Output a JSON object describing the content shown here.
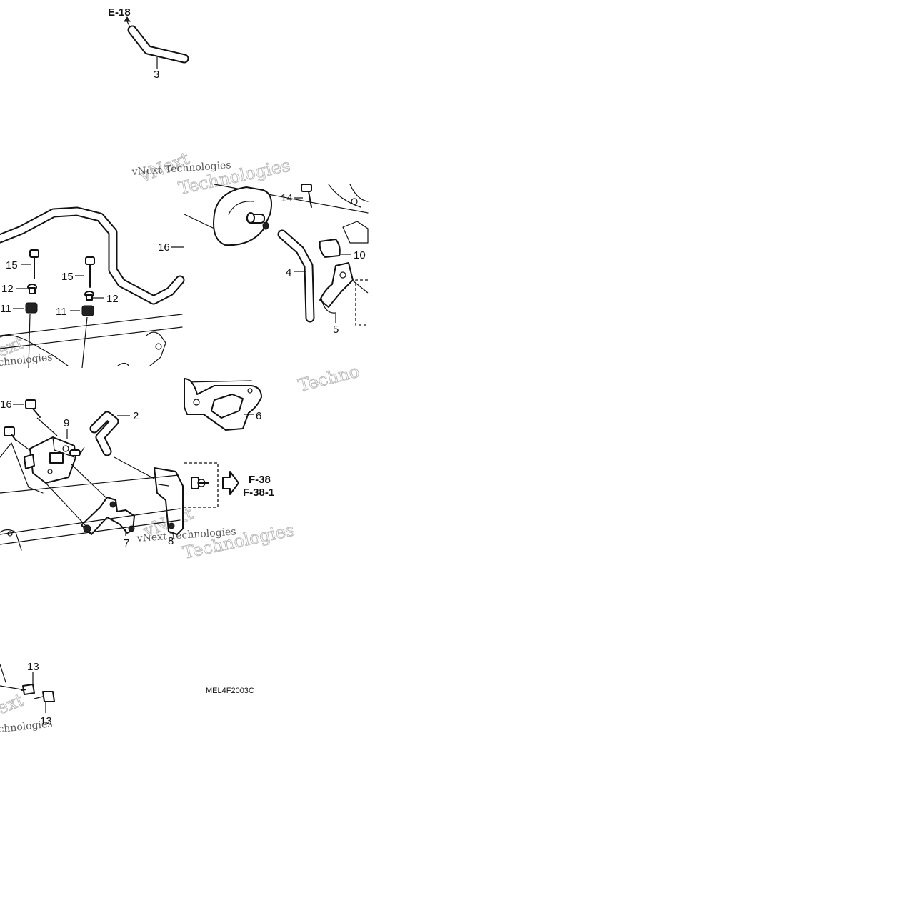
{
  "reference_labels": {
    "e18": "E-18",
    "f38": "F-38",
    "f381": "F-38-1"
  },
  "part_numbers": {
    "p2": "2",
    "p3": "3",
    "p4": "4",
    "p5": "5",
    "p6": "6",
    "p7": "7",
    "p8": "8",
    "p9": "9",
    "p10": "10",
    "p11a": "11",
    "p11b": "11",
    "p12a": "12",
    "p12b": "12",
    "p13a": "13",
    "p13b": "13",
    "p14": "14",
    "p15a": "15",
    "p15b": "15",
    "p16a": "16",
    "p16b": "16"
  },
  "diagram_code": "MEL4F2003C",
  "watermarks": {
    "w1": "vNext Technologies",
    "w2": "vNext",
    "w3": "Technologies",
    "w4": "Techno",
    "w5": "vNext Technologies",
    "w6": "vNext",
    "w7": "Technologies",
    "w8": "ext",
    "w9": "chnologies",
    "w10": "ext",
    "w11": "chnologies"
  }
}
